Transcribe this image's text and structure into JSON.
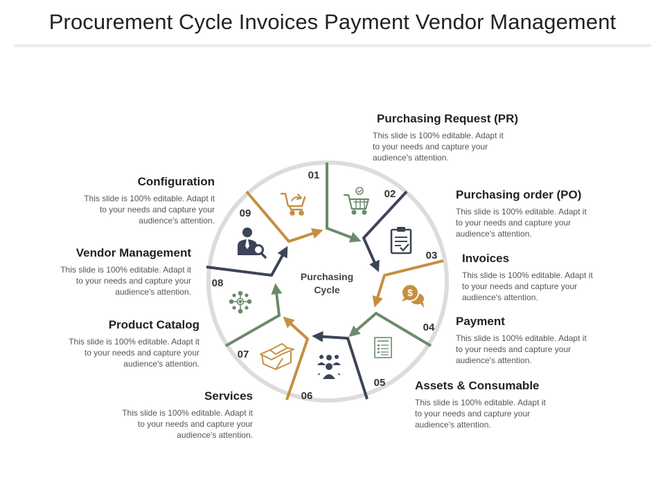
{
  "title": "Procurement Cycle Invoices Payment Vendor Management",
  "center_label": [
    "Purchasing",
    "Cycle"
  ],
  "colors": {
    "green": "#6b8a6b",
    "navy": "#3c4457",
    "gold": "#c48f3f",
    "ring": "#dcdcdc"
  },
  "steps": [
    {
      "num": "01",
      "heading": "Purchasing Request (PR)",
      "body": "This slide is 100% editable. Adapt it to your needs and capture your audience's attention.",
      "icon": "shopping-cart-icon"
    },
    {
      "num": "02",
      "heading": "Purchasing order (PO)",
      "body": "This slide is 100% editable. Adapt it to your needs and capture your audience's attention.",
      "icon": "clipboard-check-icon"
    },
    {
      "num": "03",
      "heading": "Invoices",
      "body": "This slide is 100% editable. Adapt it to your needs and capture your audience's attention.",
      "icon": "dollar-chat-icon"
    },
    {
      "num": "04",
      "heading": "Payment",
      "body": "This slide is 100% editable. Adapt it to your needs and capture your audience's attention.",
      "icon": "document-list-icon"
    },
    {
      "num": "05",
      "heading": "Assets & Consumable",
      "body": "This slide is 100% editable. Adapt it to your needs and capture your audience's attention.",
      "icon": "team-icon"
    },
    {
      "num": "06",
      "heading": "Services",
      "body": "This slide is 100% editable. Adapt it to your needs and capture your audience's attention.",
      "icon": "open-box-icon"
    },
    {
      "num": "07",
      "heading": "Product Catalog",
      "body": "This slide is 100% editable. Adapt it to your needs and capture your audience's attention.",
      "icon": "network-icon"
    },
    {
      "num": "08",
      "heading": "Vendor Management",
      "body": "This slide is 100% editable. Adapt it to your needs and capture your audience's attention.",
      "icon": "person-search-icon"
    },
    {
      "num": "09",
      "heading": "Configuration",
      "body": "This slide is 100% editable. Adapt it to your needs and capture your audience's attention.",
      "icon": "cart-refresh-icon"
    }
  ]
}
